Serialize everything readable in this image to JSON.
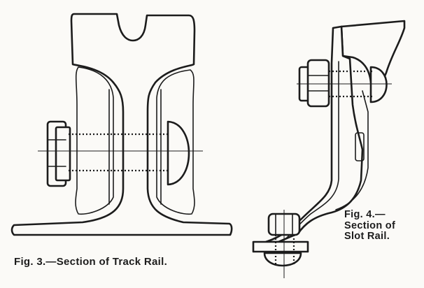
{
  "fig3": {
    "caption": "Fig. 3.—Section of Track Rail."
  },
  "fig4": {
    "caption_lines": [
      "Fig. 4.—",
      "Section of",
      "Slot Rail."
    ]
  }
}
